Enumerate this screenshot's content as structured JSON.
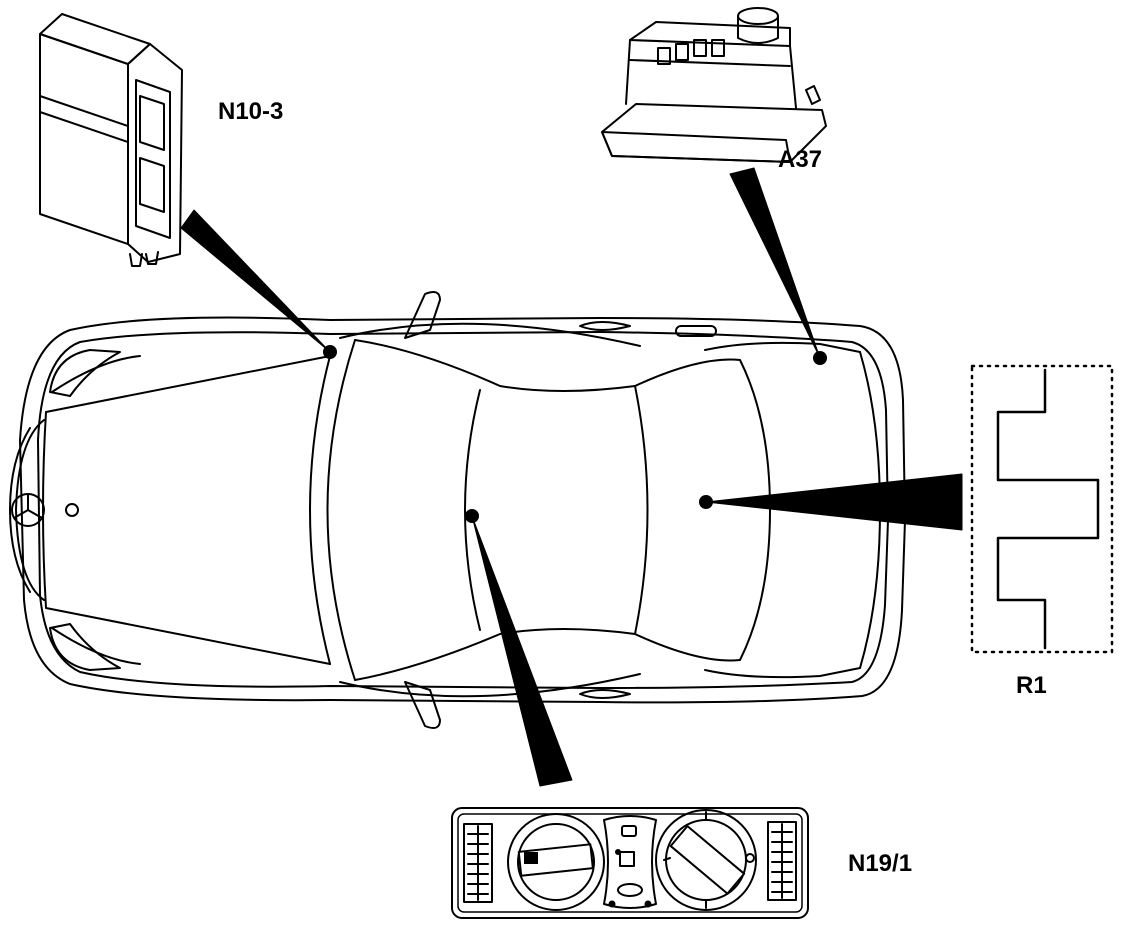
{
  "components": {
    "n10_3": {
      "label": "N10-3"
    },
    "a37": {
      "label": "A37"
    },
    "r1": {
      "label": "R1"
    },
    "n19_1": {
      "label": "N19/1"
    }
  },
  "colors": {
    "ink": "#000000",
    "paper": "#ffffff"
  }
}
